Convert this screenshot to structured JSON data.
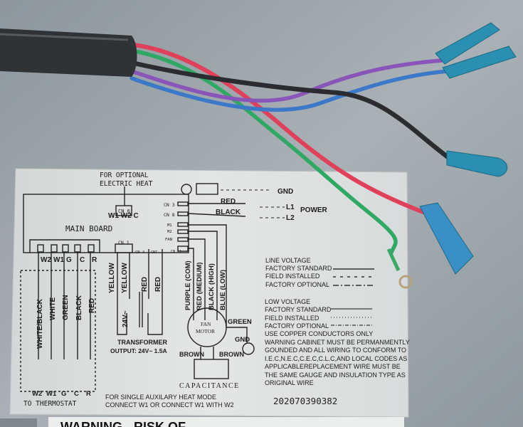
{
  "label": {
    "optional_heat": [
      "FOR OPTIONAL",
      "ELECTRIC HEAT"
    ],
    "cn6": "CN 6",
    "cn6_pins": "W1 W2 C",
    "main_board": "MAIN BOARD",
    "board_connectors": [
      "CN 3",
      "CN 8",
      "M1",
      "M2",
      "FAN",
      "CN 11",
      "CN 1",
      "CN 4",
      "CN7"
    ],
    "power_wires": {
      "red": "RED",
      "black": "BLACK",
      "gnd": "GND",
      "l1": "L1",
      "l2": "L2",
      "power": "POWER"
    },
    "terminal_labels": [
      "W2",
      "W1",
      "G",
      "C",
      "R"
    ],
    "thermostat_wire_colors": [
      "WHITE/BLACK",
      "WHITE",
      "GREEN",
      "BLACK",
      "RED"
    ],
    "transformer_wires": [
      "YELLOW",
      "YELLOW",
      "RED",
      "RED"
    ],
    "transformer_voltage": "24V~",
    "transformer": "TRANSFORMER",
    "transformer_output": "OUTPUT:  24V~ 1.5A",
    "fan_wires": [
      "PURPLE (COM)",
      "RED (MEDIUM)",
      "BLACK (HIGH)",
      "BLUE (LOW)"
    ],
    "fan_motor": [
      "FAN",
      "MOTOR"
    ],
    "fan_green": "GREEN",
    "fan_gnd": "GND",
    "brown": "BROWN",
    "capacitance": "CAPACITANCE",
    "thermostat_terminals": [
      "W2",
      "W1",
      "G",
      "C",
      "R"
    ],
    "to_thermostat": "TO  THERMOSTAT",
    "aux_heat_note": [
      "FOR SINGLE  AUXILARY HEAT MODE",
      "CONNECT W1  OR CONNECT W1  WITH W2"
    ],
    "legend": {
      "line_voltage": "LINE VOLTAGE",
      "low_voltage": "LOW  VOLTAGE",
      "factory_standard": "FACTORY STANDARD",
      "field_installed": "FIELD INSTALLED",
      "factory_optional": "FACTORY OPTIONAL"
    },
    "warning_text": [
      "USE COPPER CONDUCTORS ONLY",
      "WARNING CABINET MUST BE PERMANMENTLY",
      "GOUNDED AND ALL WIRING TO CONFORM TO",
      "I.E.C,N.E.C,C.E.C,C.L.C,AND LOCAL CODES AS",
      "APPLICABLEREPLACEMENT WIRE MUST BE",
      "THE SAME GAUGE AND INSULATION  TYPE AS",
      "ORIGINAL WIRE"
    ],
    "serial": "202070390382"
  },
  "bottom_sticker": "WARNING  -  RISK  OF",
  "colors": {
    "panel": "#9aa3aa",
    "label": "#dfe1e0",
    "cable": "#2f3336",
    "wire_red": "#e0405a",
    "wire_green": "#2fa864",
    "wire_purple": "#8a55b8",
    "wire_blue": "#3c78c8",
    "wire_black": "#2a2c30",
    "connector": "#2a8fb0"
  }
}
